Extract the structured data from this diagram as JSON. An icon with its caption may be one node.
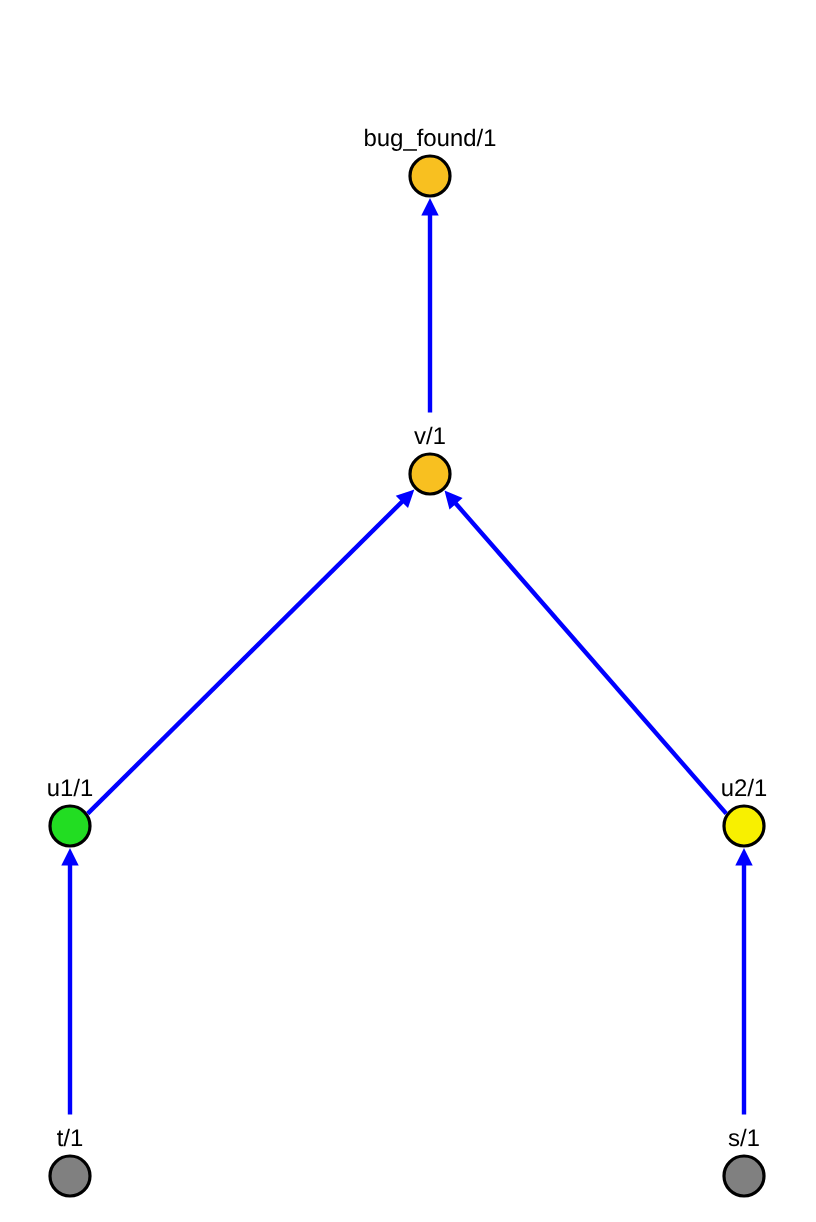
{
  "diagram": {
    "nodes": [
      {
        "text": [
          "bug_found/1"
        ]
      },
      {
        "text": [
          "v/1"
        ]
      },
      {
        "text": [
          "u1/1"
        ]
      },
      {
        "text": [
          "u2/1"
        ]
      },
      {
        "text": [
          "t/1"
        ]
      },
      {
        "text": [
          "s/1"
        ]
      }
    ],
    "edges": [
      {
        "from": 1,
        "to": 0,
        "arrow": "to"
      },
      {
        "from": 2,
        "to": 1,
        "arrow": "to"
      },
      {
        "from": 3,
        "to": 1,
        "arrow": "to"
      },
      {
        "from": 4,
        "to": 2,
        "arrow": "to"
      },
      {
        "from": 5,
        "to": 3,
        "arrow": "to"
      }
    ]
  }
}
